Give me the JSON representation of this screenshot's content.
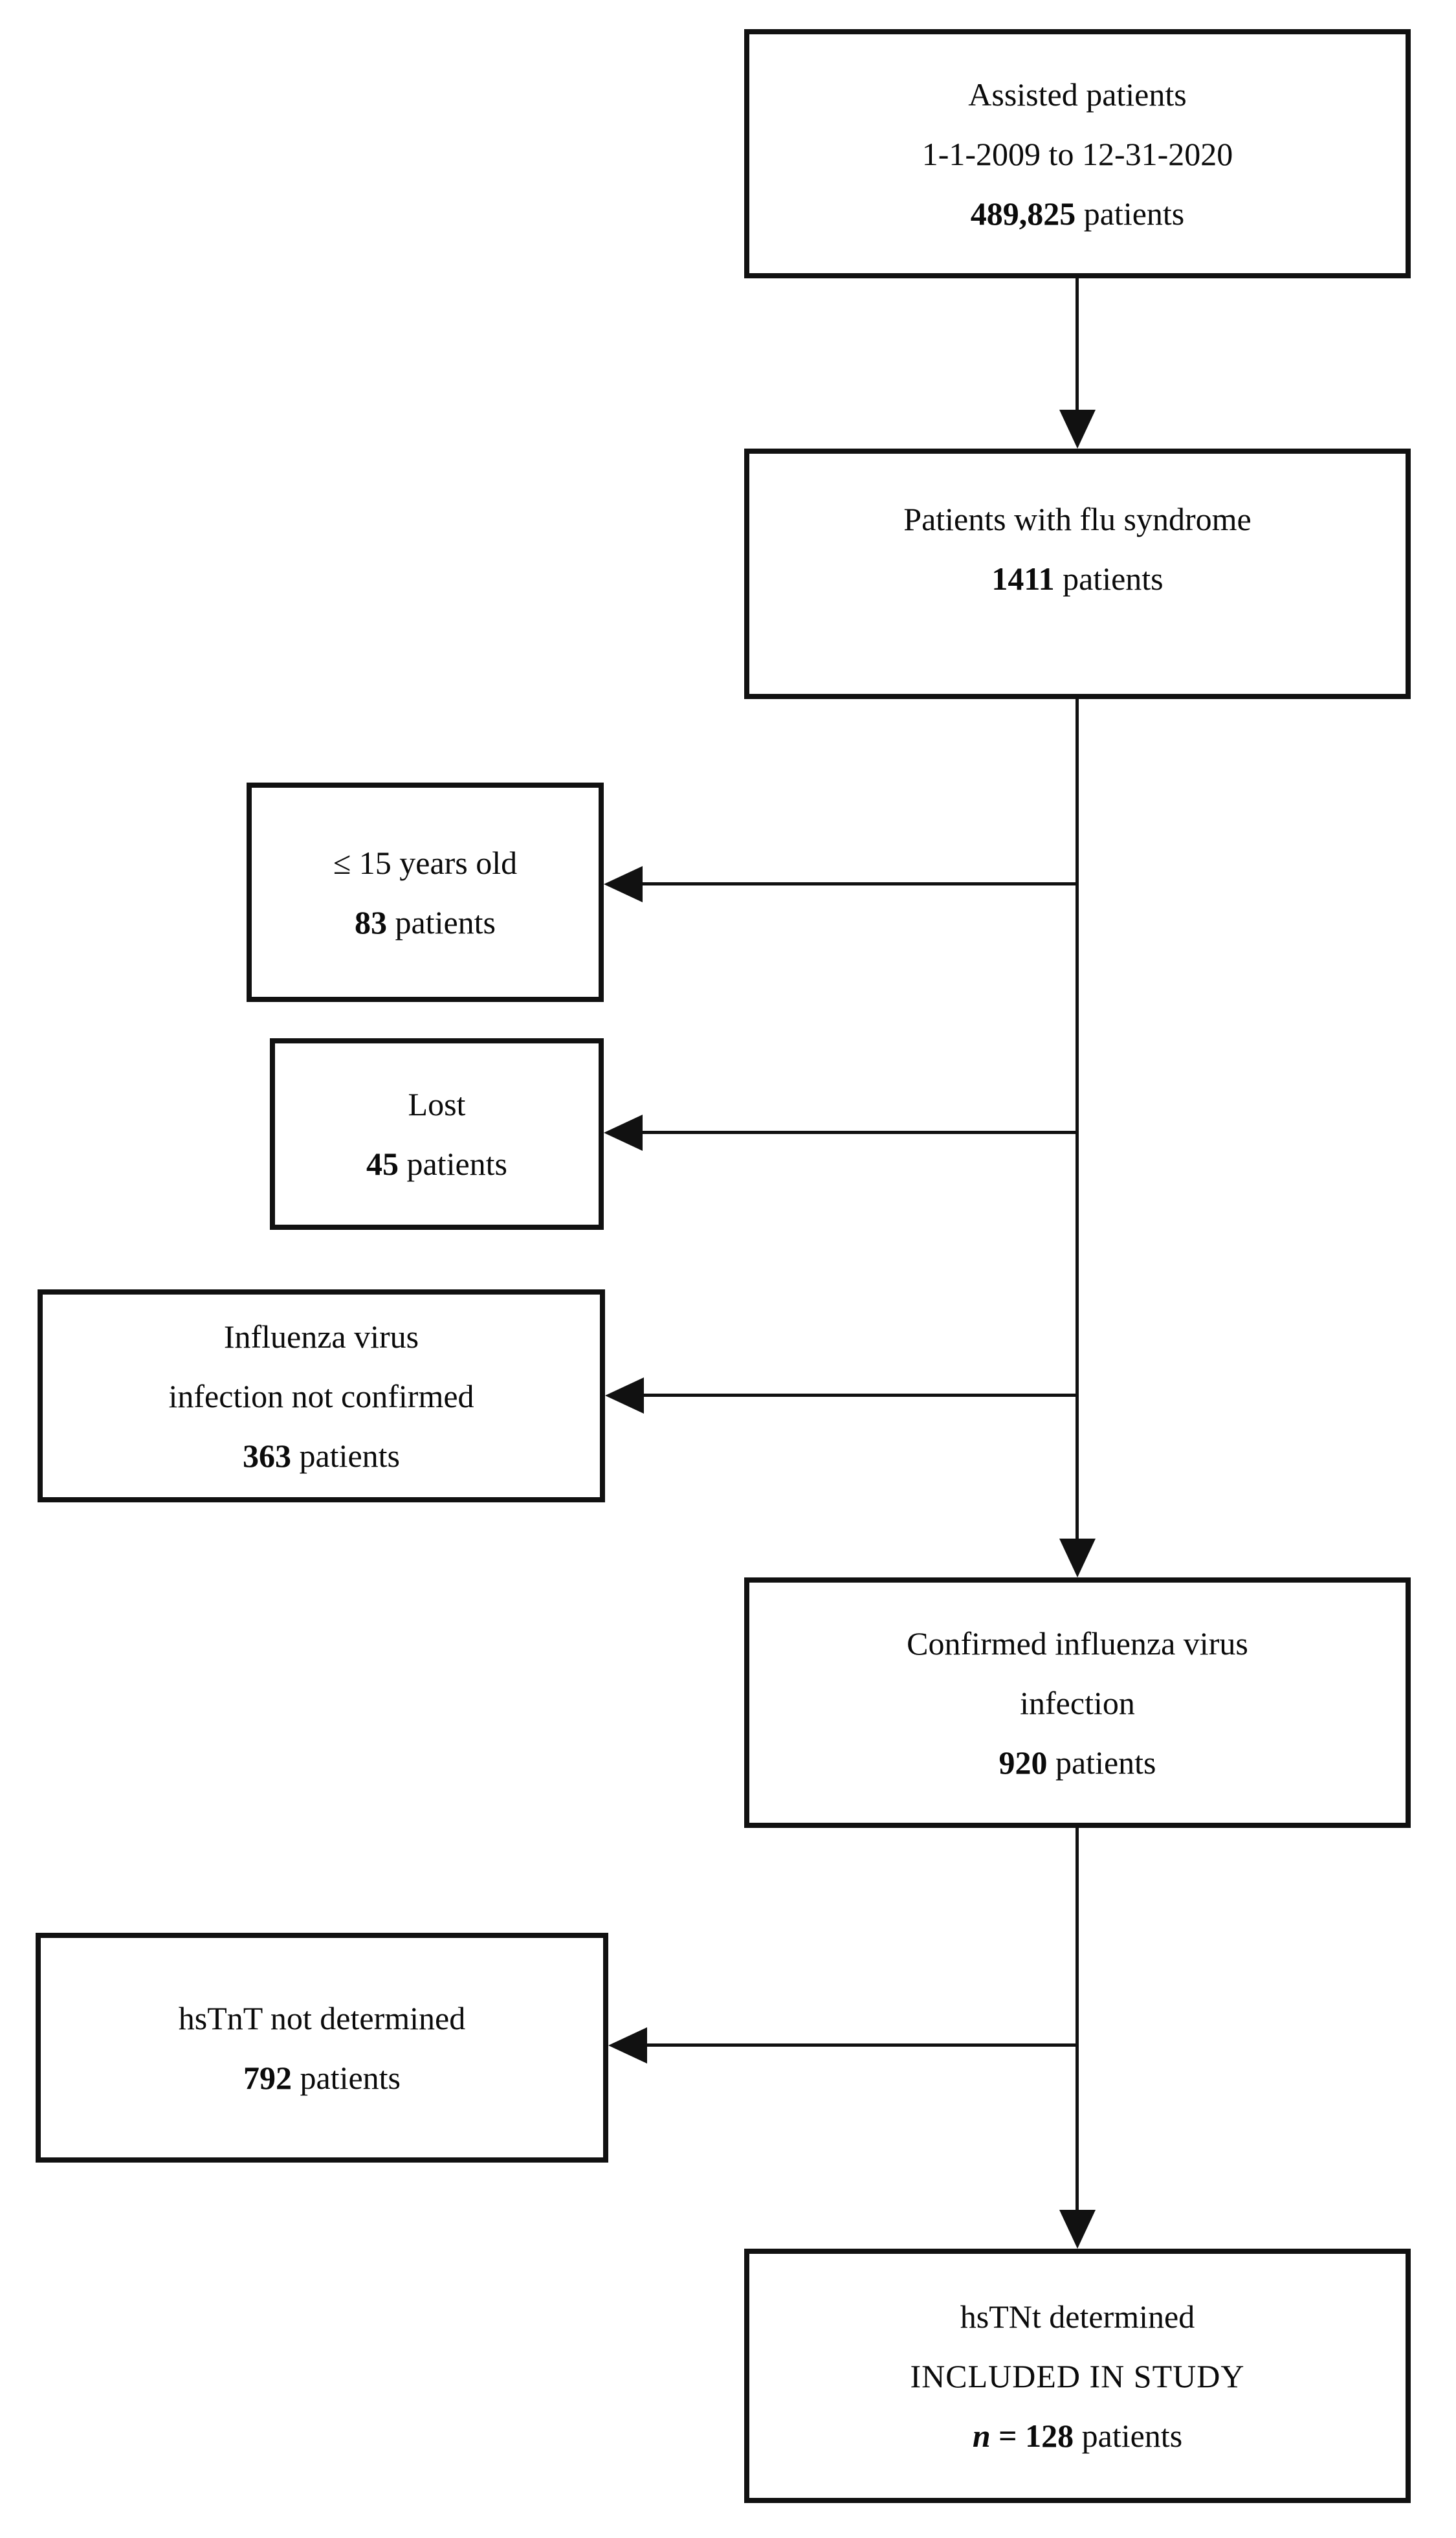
{
  "figure": {
    "type": "patient-flow-diagram",
    "background_color": "#ffffff",
    "line_color": "#111111"
  },
  "boxes": {
    "assisted": {
      "line1": "Assisted patients",
      "line2": "1-1-2009 to 12-31-2020",
      "count": "489,825",
      "suffix": " patients"
    },
    "flu_syndrome": {
      "line1": "Patients with flu syndrome",
      "count": "1411",
      "suffix": " patients"
    },
    "age_excluded": {
      "line1": "≤ 15 years old",
      "count": "83",
      "suffix": " patients"
    },
    "lost": {
      "line1": "Lost",
      "count": "45",
      "suffix": " patients"
    },
    "not_confirmed": {
      "line1": "Influenza virus",
      "line2": "infection not confirmed",
      "count": "363",
      "suffix": " patients"
    },
    "confirmed": {
      "line1": "Confirmed influenza virus",
      "line2": "infection",
      "count": "920",
      "suffix": " patients"
    },
    "hstnt_not_determined": {
      "line1": "hsTnT not determined",
      "count": "792",
      "suffix": " patients"
    },
    "included": {
      "line1": "hsTNt determined",
      "line2": "INCLUDED IN STUDY",
      "n_label": "n",
      "equals": " = ",
      "count": "128",
      "suffix": " patients"
    }
  }
}
